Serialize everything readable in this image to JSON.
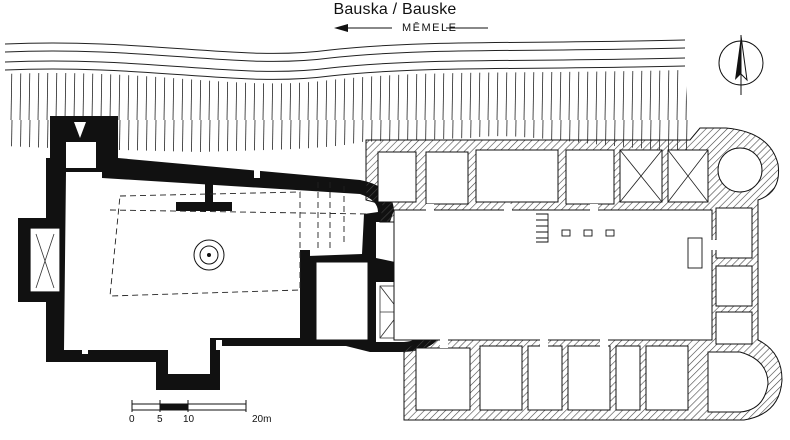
{
  "plan": {
    "title": "Bauska / Bauske",
    "river_label": "MĒMELE",
    "scale_ticks": [
      "0",
      "5",
      "10",
      "20m"
    ]
  },
  "colors": {
    "ink": "#111111",
    "paper": "#ffffff",
    "hatch": "#555555"
  },
  "icons": [
    "north-arrow-icon",
    "river-flow-arrow-icon",
    "well-icon",
    "vault-cross-icon"
  ]
}
